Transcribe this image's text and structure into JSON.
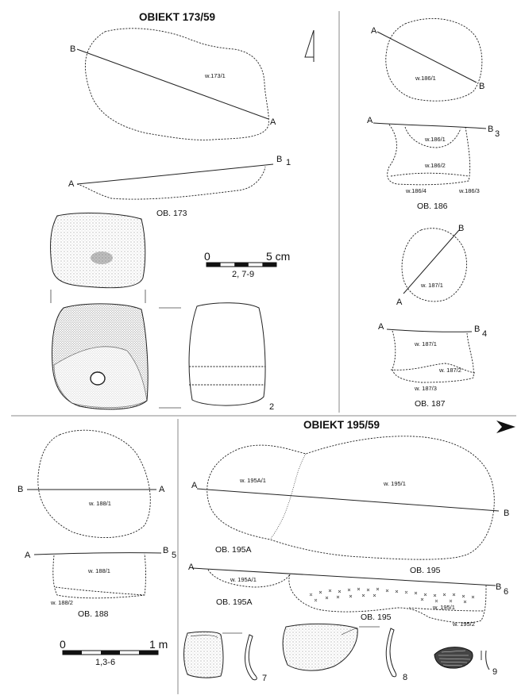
{
  "titles": {
    "obiekt_173": "OBIEKT 173/59",
    "obiekt_195": "OBIEKT 195/59"
  },
  "ob173": {
    "plan_layer": "w.173/1",
    "point_b": "B",
    "point_a": "A",
    "sec_a": "A",
    "sec_b": "B",
    "sec_num": "1",
    "caption": "OB. 173"
  },
  "ob186": {
    "plan_a": "A",
    "plan_b": "B",
    "plan_layer": "w.186/1",
    "sec_a": "A",
    "sec_b": "B",
    "sec_num": "3",
    "l1": "w.186/1",
    "l2": "w.186/2",
    "l3": "w.186/4",
    "l4": "w.186/3",
    "caption": "OB. 186"
  },
  "ob187": {
    "plan_b": "B",
    "plan_a": "A",
    "plan_layer": "w. 187/1",
    "sec_a": "A",
    "sec_b": "B",
    "sec_num": "4",
    "l1": "w. 187/1",
    "l2": "w. 187/2",
    "l3": "w. 187/3",
    "caption": "OB. 187"
  },
  "ob188": {
    "plan_b": "B",
    "plan_a": "A",
    "plan_layer": "w. 188/1",
    "sec_a": "A",
    "sec_b": "B",
    "sec_num": "5",
    "l1": "w. 188/1",
    "l2": "w. 188/2",
    "caption": "OB. 188"
  },
  "ob195": {
    "plan_a": "A",
    "plan_b": "B",
    "plan_l1": "w. 195A/1",
    "plan_l2": "w. 195/1",
    "cap_plan_a": "OB. 195A",
    "cap_plan_b": "OB. 195",
    "sec_a": "A",
    "sec_b": "B",
    "sec_num": "6",
    "s1": "w. 195A/1",
    "s2": "w. 195/1",
    "s3": "w. 195/2",
    "cap_sec_a": "OB. 195A",
    "cap_sec_b": "OB. 195"
  },
  "scale_small": {
    "zero": "0",
    "max": "5 cm",
    "note": "2, 7-9"
  },
  "scale_large": {
    "zero": "0",
    "max": "1 m",
    "note": "1,3-6"
  },
  "artifact_numbers": {
    "n2": "2",
    "n7": "7",
    "n8": "8",
    "n9": "9"
  },
  "icons": [
    "north-arrow-icon",
    "direction-arrow-icon"
  ]
}
